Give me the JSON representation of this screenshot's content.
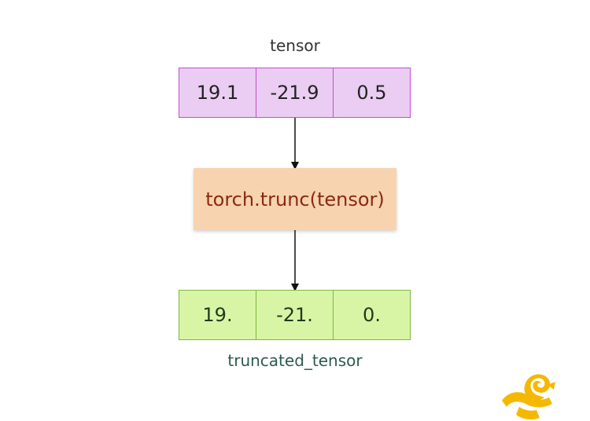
{
  "input": {
    "label": "tensor",
    "values": [
      "19.1",
      "-21.9",
      "0.5"
    ]
  },
  "operation": {
    "label": "torch.trunc(tensor)"
  },
  "output": {
    "label": "truncated_tensor",
    "values": [
      "19.",
      "-21.",
      "0."
    ]
  },
  "colors": {
    "input_fill": "#ebcdf3",
    "input_border": "#c44ed1",
    "op_fill": "#f7d3af",
    "op_text": "#8b2a12",
    "output_fill": "#d8f5a6",
    "output_border": "#7cb83f",
    "output_label": "#2d5a4f",
    "logo": "#f5b800"
  },
  "icons": {
    "logo": "yellow-figure-logo-icon"
  }
}
